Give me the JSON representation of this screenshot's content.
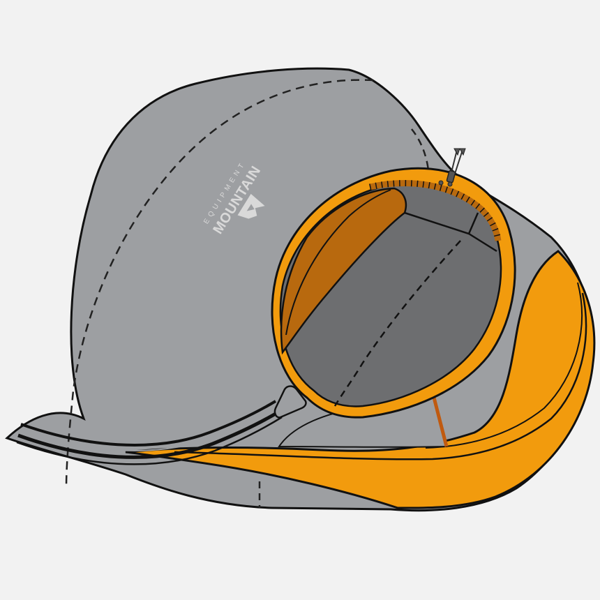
{
  "illustration": {
    "subject": "Sleeping bag hood with drawcord and zip",
    "brand": {
      "name": "MOUNTAIN",
      "sub": "EQUIPMENT"
    },
    "colors": {
      "background": "#f2f2f2",
      "shell": "#9d9fa2",
      "interior": "#6d6e70",
      "hood_rim": "#f29b0d",
      "lining": "#b8690e",
      "outline": "#111111",
      "logo": "#d9d9d9"
    },
    "parts": [
      "outer-shell",
      "hood-opening",
      "drawcord-toggle",
      "zip-pull",
      "zip",
      "orange-baffle"
    ]
  }
}
